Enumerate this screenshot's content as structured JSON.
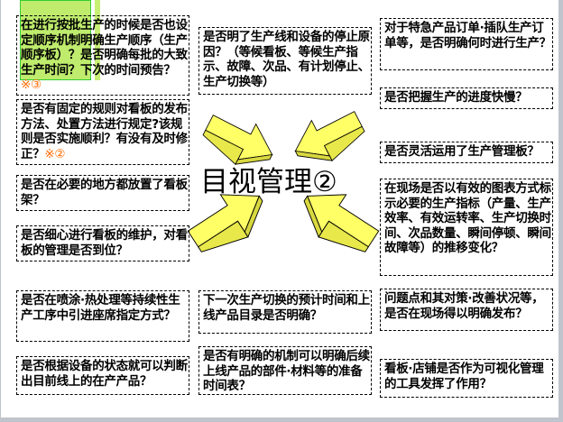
{
  "title": "目视管理②",
  "colors": {
    "arrow": "#ffff66",
    "note": "#ff6a00",
    "highlight": "#aae63c"
  },
  "left": [
    {
      "text": "在进行按批生产的时候是否也设定顺序机制明确生产顺序（生产顺序板）？是否明确每批的大致生产时间？下次的时间预告？",
      "note": "※③"
    },
    {
      "text": "是否有固定的规则对看板的发布方法、处置方法进行规定?该规则是否实施顺利？有没有及时修正？",
      "note": "※②"
    },
    {
      "text": "是否在必要的地方都放置了看板架？"
    },
    {
      "text": "是否细心进行看板的维护，对看板的管理是否到位？"
    },
    {
      "text": "是否在喷涂·热处理等持续性生产工序中引进座席指定方式？"
    },
    {
      "text": "是否根据设备的状态就可以判断出目前线上的在产产品？"
    }
  ],
  "middle": [
    {
      "text": "是否明了生产线和设备的停止原因？（等候看板、等候生产指示、故障、次品、有计划停止、生产切换等）"
    },
    {
      "text": "下一次生产切换的预计时间和上线产品目录是否明确？"
    },
    {
      "text": "是否有明确的机制可以明确后续上线产品的部件·材料等的准备时间表？"
    }
  ],
  "right": [
    {
      "text": "对于特急产品订单·插队生产订单等，是否明确何时进行生产？"
    },
    {
      "text": "是否把握生产的进度快慢？"
    },
    {
      "text": "是否灵活运用了生产管理板？"
    },
    {
      "text": "在现场是否以有效的图表方式标示必要的生产指标（产量、生产效率、有效运转率、生产切换时间、次品数量、瞬间停顿、瞬间故障等）的推移变化？"
    },
    {
      "text": "问题点和其对策·改善状况等，是否在现场得以明确发布？"
    },
    {
      "text": "看板·店铺是否作为可视化管理的工具发挥了作用？"
    }
  ]
}
